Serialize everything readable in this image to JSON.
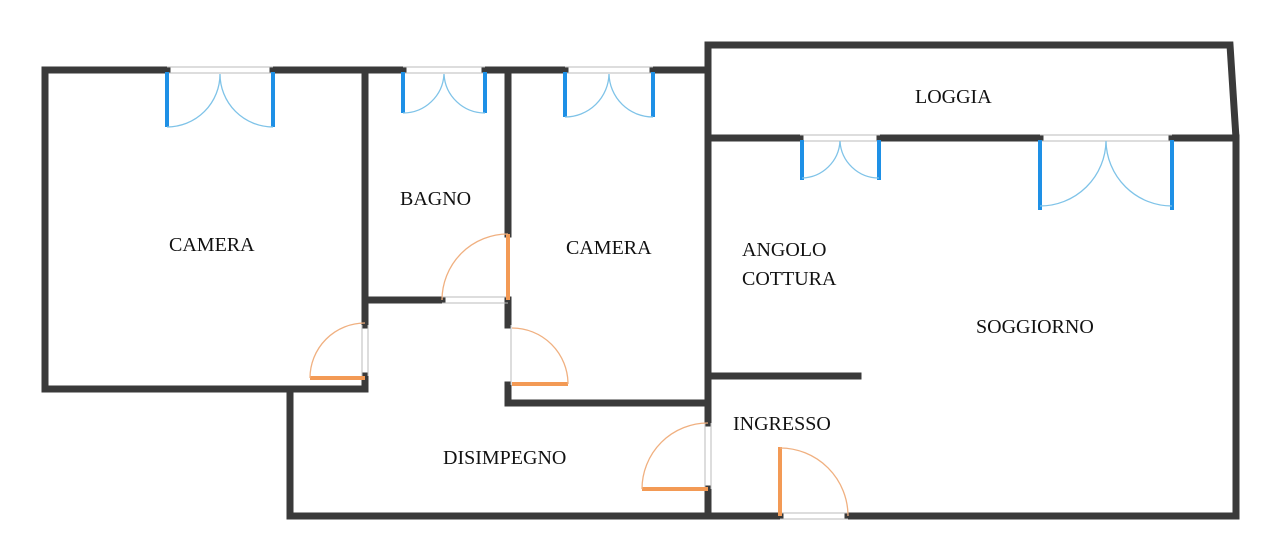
{
  "rooms": {
    "camera_left": "CAMERA",
    "bagno": "BAGNO",
    "camera_right": "CAMERA",
    "loggia": "LOGGIA",
    "angolo_cottura_1": "ANGOLO",
    "angolo_cottura_2": "COTTURA",
    "soggiorno": "SOGGIORNO",
    "ingresso": "INGRESSO",
    "disimpegno": "DISIMPEGNO"
  },
  "colors": {
    "wall": "#3a3a3a",
    "window": "#1e90e6",
    "door": "#f39a55"
  }
}
